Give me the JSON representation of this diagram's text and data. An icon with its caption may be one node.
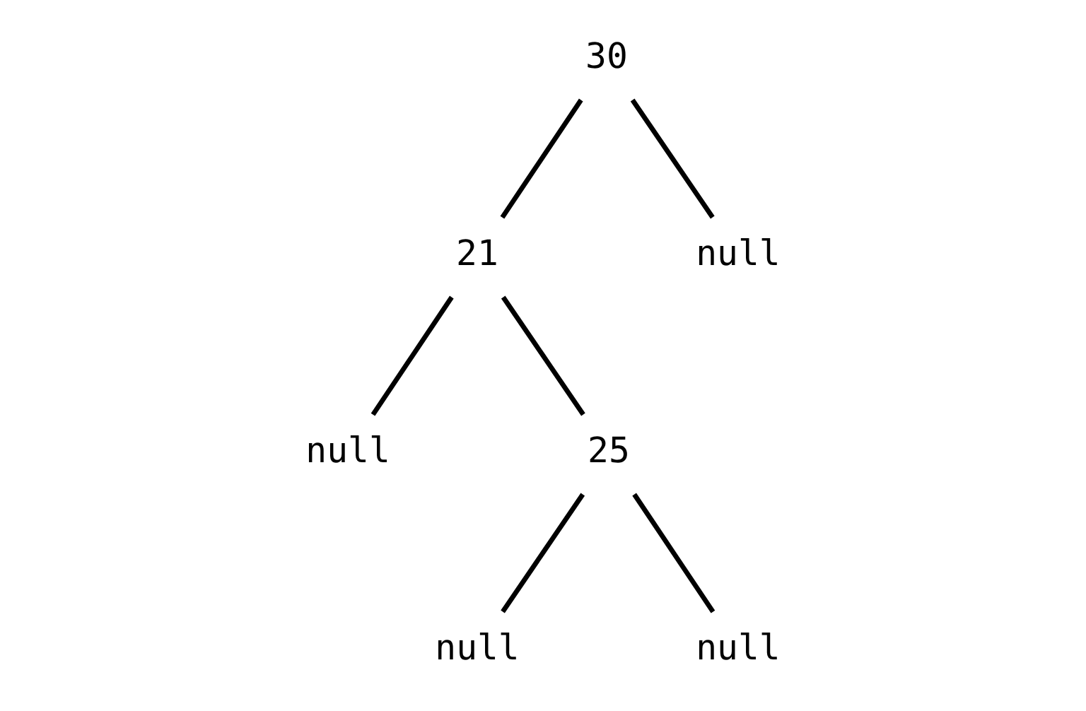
{
  "diagram": {
    "nodes": [
      {
        "text": [
          "30"
        ]
      },
      {
        "text": [
          "21"
        ]
      },
      {
        "text": [
          "null"
        ]
      },
      {
        "text": [
          "null"
        ]
      },
      {
        "text": [
          "25"
        ]
      },
      {
        "text": [
          "null"
        ]
      },
      {
        "text": [
          "null"
        ]
      }
    ],
    "edges": [
      {
        "from": 0,
        "to": 1,
        "arrow": "none"
      },
      {
        "from": 0,
        "to": 2,
        "arrow": "none"
      },
      {
        "from": 1,
        "to": 3,
        "arrow": "none"
      },
      {
        "from": 1,
        "to": 4,
        "arrow": "none"
      },
      {
        "from": 4,
        "to": 5,
        "arrow": "none"
      },
      {
        "from": 4,
        "to": 6,
        "arrow": "none"
      }
    ]
  }
}
